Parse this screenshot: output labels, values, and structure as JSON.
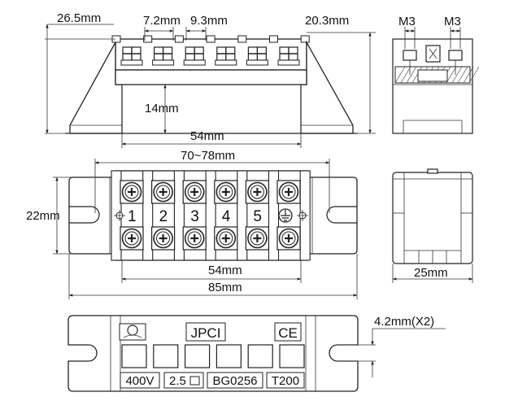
{
  "dimensions": {
    "top_left_width": "26.5mm",
    "pitch": "7.2mm",
    "screw_width": "9.3mm",
    "height": "20.3mm",
    "leg_height": "14mm",
    "inner_length_top": "54mm",
    "mount_span": "70~78mm",
    "width": "22mm",
    "inner_length": "54mm",
    "overall_length": "85mm",
    "depth": "25mm",
    "hole_dia": "4.2mm(X2)"
  },
  "side_view": {
    "screw_left": "M3",
    "screw_right": "M3"
  },
  "top_view": {
    "terminal_numbers": [
      "1",
      "2",
      "3",
      "4",
      "5"
    ],
    "ground_symbol": "earth"
  },
  "bottom_view": {
    "brand": "JPCI",
    "certification": "CE",
    "rating_voltage": "400V",
    "rating_section": "2.5",
    "model": "BG0256",
    "temperature": "T200"
  },
  "colors": {
    "line": "#222222",
    "hatch": "#333333"
  }
}
